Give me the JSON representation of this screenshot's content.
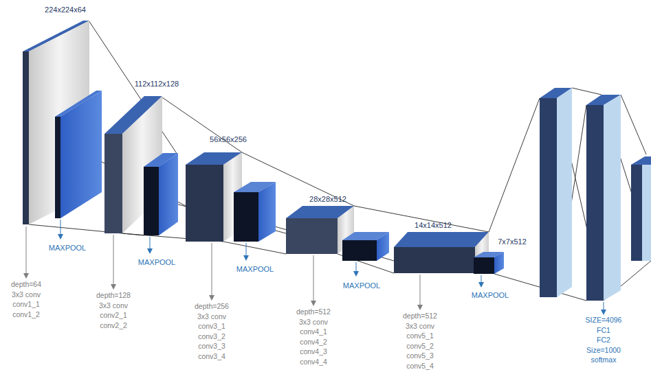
{
  "diagram": {
    "labels": [
      "224x224x64",
      "112x112x128",
      "56x56x256",
      "28x28x512",
      "14x14x512",
      "7x7x512",
      "MAXPOOL",
      "MAXPOOL",
      "MAXPOOL",
      "MAXPOOL",
      "MAXPOOL",
      "depth=64",
      "3x3 conv",
      "conv1_1",
      "conv1_2",
      "depth=128",
      "3x3 conv",
      "conv2_1",
      "conv2_2",
      "depth=256",
      "3x3 conv",
      "conv3_1",
      "conv3_2",
      "conv3_3",
      "conv3_4",
      "depth=512",
      "3x3 conv",
      "conv4_1",
      "conv4_2",
      "conv4_3",
      "conv4_4",
      "depth=512",
      "3x3 conv",
      "conv5_1",
      "conv5_2",
      "conv5_3",
      "conv5_4",
      "SIZE=4096",
      "FC1",
      "FC2",
      "Size=1000",
      "softmax"
    ]
  }
}
